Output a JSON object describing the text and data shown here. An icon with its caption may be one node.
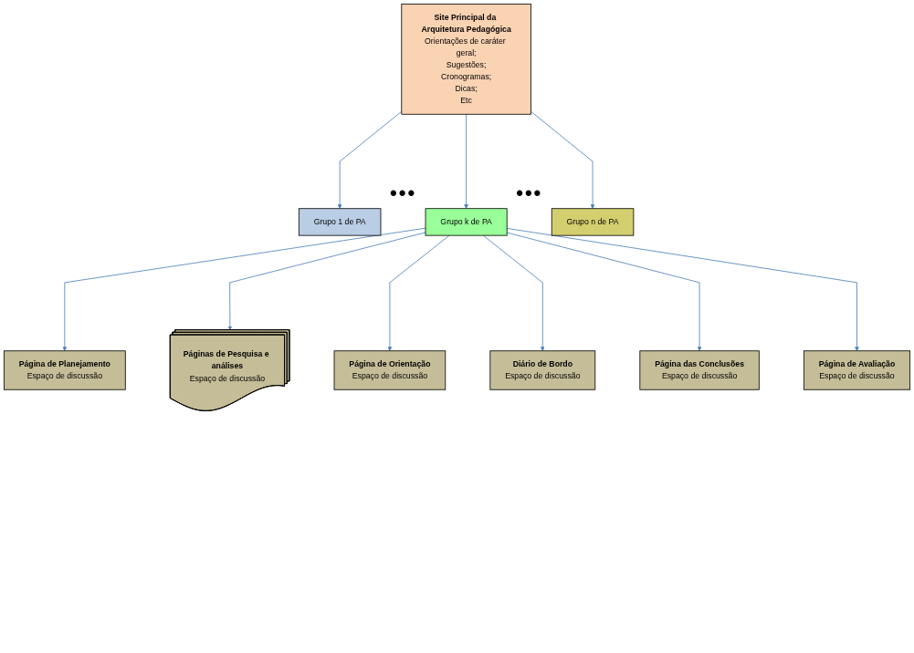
{
  "diagram": {
    "nodes": [
      {
        "text": [
          "Site Principal da Arquitetura Pedagógica",
          "Orientações de caráter geral;",
          "Sugestões;",
          "Cronogramas;",
          "Dicas;",
          "Etc"
        ]
      },
      {
        "text": [
          "Grupo 1 de PA"
        ]
      },
      {
        "text": [
          "Grupo k de PA"
        ]
      },
      {
        "text": [
          "Grupo n de PA"
        ]
      },
      {
        "text": [
          "Página de Planejamento",
          "Espaço de discussão"
        ]
      },
      {
        "text": [
          "Páginas de Pesquisa e análises",
          "Espaço de discussão"
        ]
      },
      {
        "text": [
          "Página de Orientação",
          "Espaço de discussão"
        ]
      },
      {
        "text": [
          "Diário de Bordo",
          "Espaço de discussão"
        ]
      },
      {
        "text": [
          "Página das Conclusões",
          "Espaço de discussão"
        ]
      },
      {
        "text": [
          "Página de Avaliação",
          "Espaço de discussão"
        ]
      }
    ],
    "edges": [
      {
        "from": 0,
        "to": 1,
        "arrow": "to"
      },
      {
        "from": 0,
        "to": 2,
        "arrow": "to"
      },
      {
        "from": 0,
        "to": 3,
        "arrow": "to"
      },
      {
        "from": 2,
        "to": 4,
        "arrow": "to"
      },
      {
        "from": 2,
        "to": 5,
        "arrow": "to"
      },
      {
        "from": 2,
        "to": 6,
        "arrow": "to"
      },
      {
        "from": 2,
        "to": 7,
        "arrow": "to"
      },
      {
        "from": 2,
        "to": 8,
        "arrow": "to"
      },
      {
        "from": 2,
        "to": 9,
        "arrow": "to"
      }
    ],
    "labels": [
      "•••",
      "•••"
    ]
  }
}
